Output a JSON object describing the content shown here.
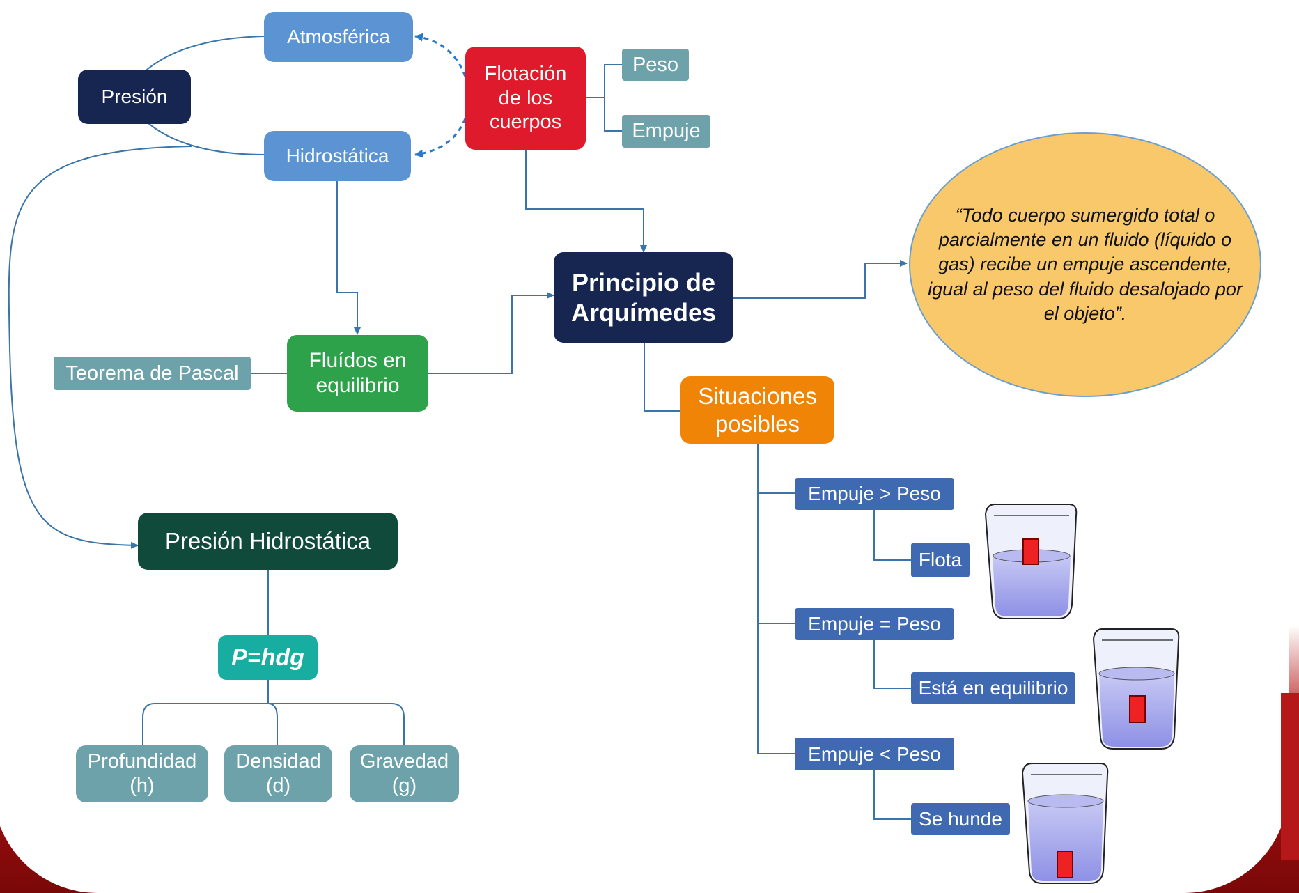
{
  "nodes": {
    "presion": "Presión",
    "atmosferica": "Atmosférica",
    "hidrostatica": "Hidrostática",
    "flotacion": "Flotación\nde los\ncuerpos",
    "peso": "Peso",
    "empuje": "Empuje",
    "principio": "Principio de\nArquímedes",
    "fluidos": "Fluídos en\nequilibrio",
    "pascal": "Teorema de Pascal",
    "presion_hidrostatica": "Presión Hidrostática",
    "formula": "P=hdg",
    "profundidad": "Profundidad\n(h)",
    "densidad": "Densidad\n(d)",
    "gravedad": "Gravedad\n(g)",
    "situaciones": "Situaciones\nposibles",
    "empuje_mayor": "Empuje > Peso",
    "flota": "Flota",
    "empuje_igual": "Empuje = Peso",
    "equilibrio": "Está en equilibrio",
    "empuje_menor": "Empuje < Peso",
    "se_hunde": "Se hunde"
  },
  "quote": "“Todo cuerpo sumergido total o parcialmente en un fluido (líquido o gas) recibe un empuje ascendente, igual al peso del fluido desalojado por el objeto”.",
  "colors": {
    "navy": "#172650",
    "light_blue": "#5b93d3",
    "teal": "#6ea2aa",
    "green": "#2ea24a",
    "red": "#df1a2c",
    "orange": "#ef8407",
    "medium_blue": "#3f69b0",
    "formula_teal": "#17ada0",
    "ellipse_fill": "#f8c86b",
    "connector": "#3a74a8",
    "frame_red": "#b21212"
  },
  "icons": [
    "beaker-floating-icon",
    "beaker-equilibrium-icon",
    "beaker-sinking-icon"
  ]
}
